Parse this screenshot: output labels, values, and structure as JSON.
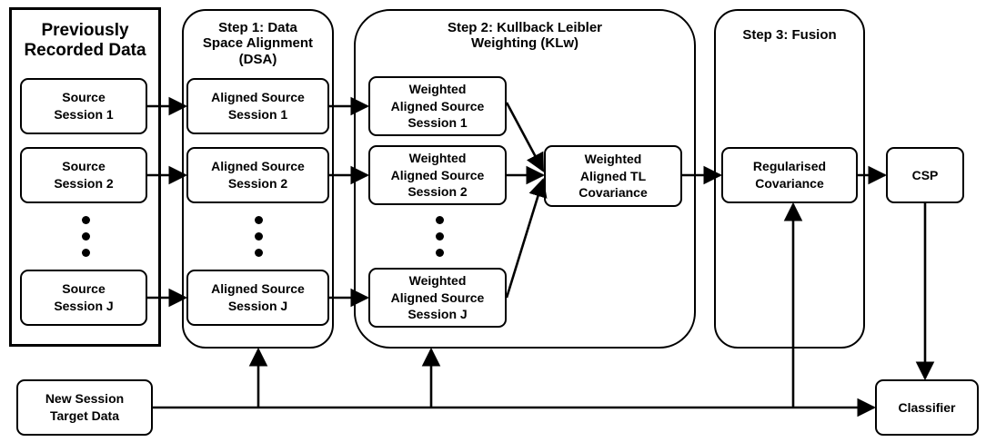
{
  "panels": {
    "previous": "Previously\nRecorded Data",
    "step1": "Step 1: Data\nSpace Alignment\n(DSA)",
    "step2": "Step 2: Kullback Leibler\nWeighting (KLw)",
    "step3": "Step 3: Fusion"
  },
  "source": [
    "Source\nSession 1",
    "Source\nSession 2",
    "Source\nSession J"
  ],
  "aligned": [
    "Aligned Source\nSession 1",
    "Aligned Source\nSession 2",
    "Aligned Source\nSession J"
  ],
  "weighted": [
    "Weighted\nAligned Source\nSession 1",
    "Weighted\nAligned Source\nSession 2",
    "Weighted\nAligned Source\nSession J"
  ],
  "weighted_tl": "Weighted\nAligned TL\nCovariance",
  "regularised": "Regularised\nCovariance",
  "csp": "CSP",
  "new_session": "New Session\nTarget Data",
  "classifier": "Classifier"
}
